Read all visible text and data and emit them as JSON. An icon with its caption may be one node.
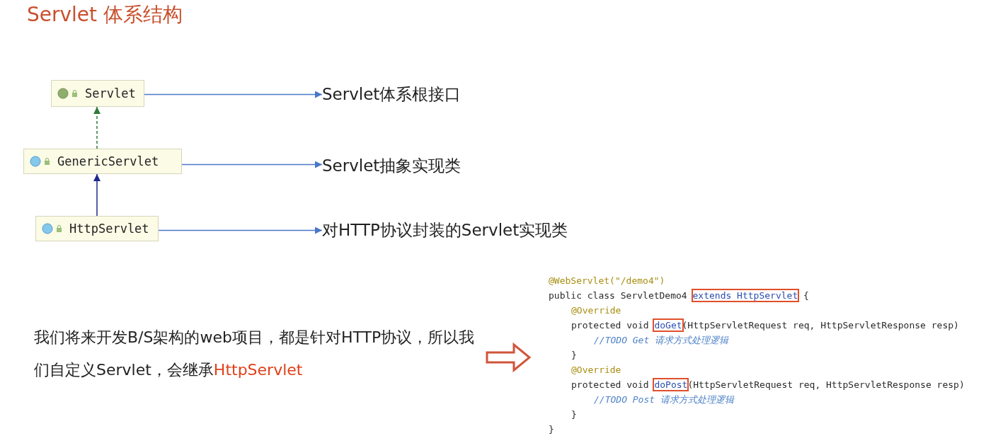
{
  "diagram": {
    "title": "Servlet 体系结构",
    "nodes": [
      {
        "text": [
          "Servlet"
        ]
      },
      {
        "text": [
          "GenericServlet"
        ]
      },
      {
        "text": [
          "HttpServlet"
        ]
      },
      {
        "text": [
          "Servlet体系根接口"
        ]
      },
      {
        "text": [
          "Servlet抽象实现类"
        ]
      },
      {
        "text": [
          "对HTTP协议封装的Servlet实现类"
        ]
      },
      {
        "text": [
          "我们将来开发B/S架构的web项目，都是针对HTTP协议，所以我们自定义Servlet，会继承**HttpServlet**"
        ]
      },
      {
        "text": [
          "@WebServlet(\"/demo4\")",
          "public class ServletDemo4 **extends HttpServlet** {",
          "@Override",
          "protected void **doGet**(HttpServletRequest req, HttpServletResponse resp)",
          "//TODO Get 请求方式处理逻辑",
          "}",
          "@Override",
          "protected void **doPost**(HttpServletRequest req, HttpServletResponse resp)",
          "//TODO Post 请求方式处理逻辑",
          "}",
          "}"
        ]
      }
    ],
    "edges": [
      {
        "from": 1,
        "to": 0,
        "arrow": "to",
        "style": "dashed",
        "color": "#2f7a3a"
      },
      {
        "from": 2,
        "to": 1,
        "arrow": "to",
        "color": "#1c2a8a"
      },
      {
        "from": 0,
        "to": 3,
        "arrow": "to"
      },
      {
        "from": 1,
        "to": 4,
        "arrow": "to"
      },
      {
        "from": 2,
        "to": 5,
        "arrow": "to"
      },
      {
        "from": 6,
        "to": 7,
        "arrow": "to",
        "style": "thick",
        "color": "#d0553a"
      }
    ]
  }
}
